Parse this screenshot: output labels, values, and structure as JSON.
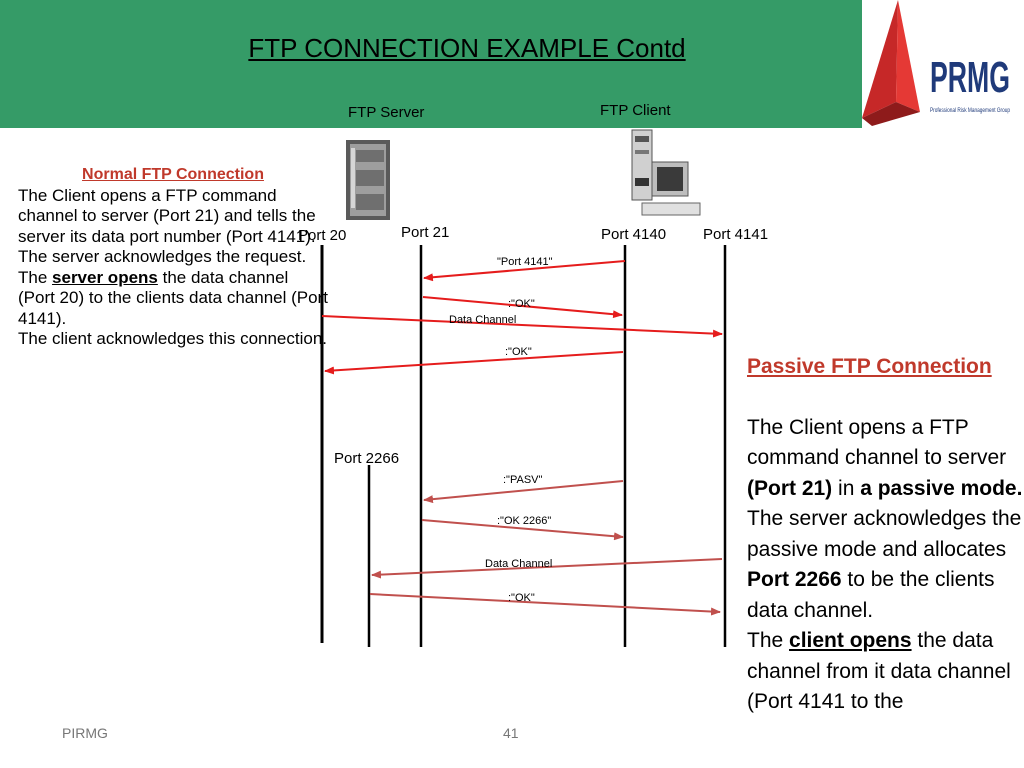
{
  "title": "FTP CONNECTION EXAMPLE Contd",
  "logo": {
    "text": "PRMG",
    "tagline": "Professional Risk Management Group"
  },
  "diagram": {
    "server_label": "FTP Server",
    "client_label": "FTP Client",
    "ports": {
      "port20": "Port 20",
      "port21": "Port 21",
      "port4140": "Port 4140",
      "port4141": "Port 4141",
      "port2266": "Port 2266"
    },
    "messages": {
      "m1": "\"Port 4141\"",
      "m2": ":\"OK\"",
      "m3": "Data Channel",
      "m4": ":\"OK\"",
      "m5": ":\"PASV\"",
      "m6": ":\"OK 2266\"",
      "m7": "Data Channel",
      "m8": ":\"OK\""
    },
    "colors": {
      "active_arrow": "#e51c1c",
      "passive_arrow": "#c0504d"
    }
  },
  "normal": {
    "heading": "Normal FTP Connection",
    "p1": "The Client opens a FTP  command channel to server (Port 21) and tells the server its  data port number (Port 4141).",
    "p2": " The server acknowledges the request.",
    "p3_pre": " The ",
    "p3_bold": "server opens",
    "p3_post": " the data channel (Port 20) to the clients data channel (Port 4141).",
    "p4": " The client acknowledges this connection."
  },
  "passive": {
    "heading": "Passive  FTP Connection",
    "p1_pre": " The Client opens a FTP command channel to server ",
    "p1_bold1": "(Port 21)",
    "p1_mid": " in ",
    "p1_bold2": "a passive mode.",
    "p2_pre": " The server acknowledges the passive mode and allocates ",
    "p2_bold": "Port 2266",
    "p2_post": " to be the clients data channel.",
    "p3_pre": " The ",
    "p3_bold": "client opens",
    "p3_post": " the data channel from it data channel (Port 4141 to the"
  },
  "footer": {
    "left": "PIRMG",
    "page": "41"
  }
}
